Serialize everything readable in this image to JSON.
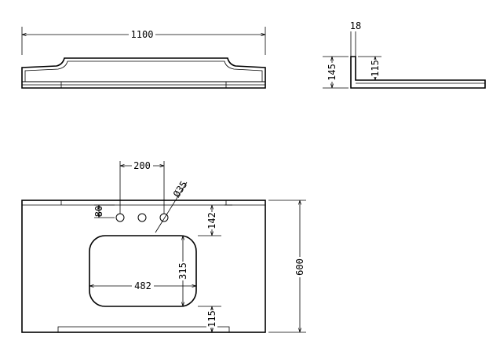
{
  "dimensions": {
    "front_width": "1100",
    "side_thickness": "18",
    "side_total_height": "145",
    "side_backsplash": "115",
    "tap_spacing": "200",
    "tap_hole_diameter": "Ø35",
    "tap_offset": "80",
    "basin_offset": "142",
    "basin_height": "315",
    "basin_width": "482",
    "front_depth": "115",
    "overall_depth": "600"
  }
}
